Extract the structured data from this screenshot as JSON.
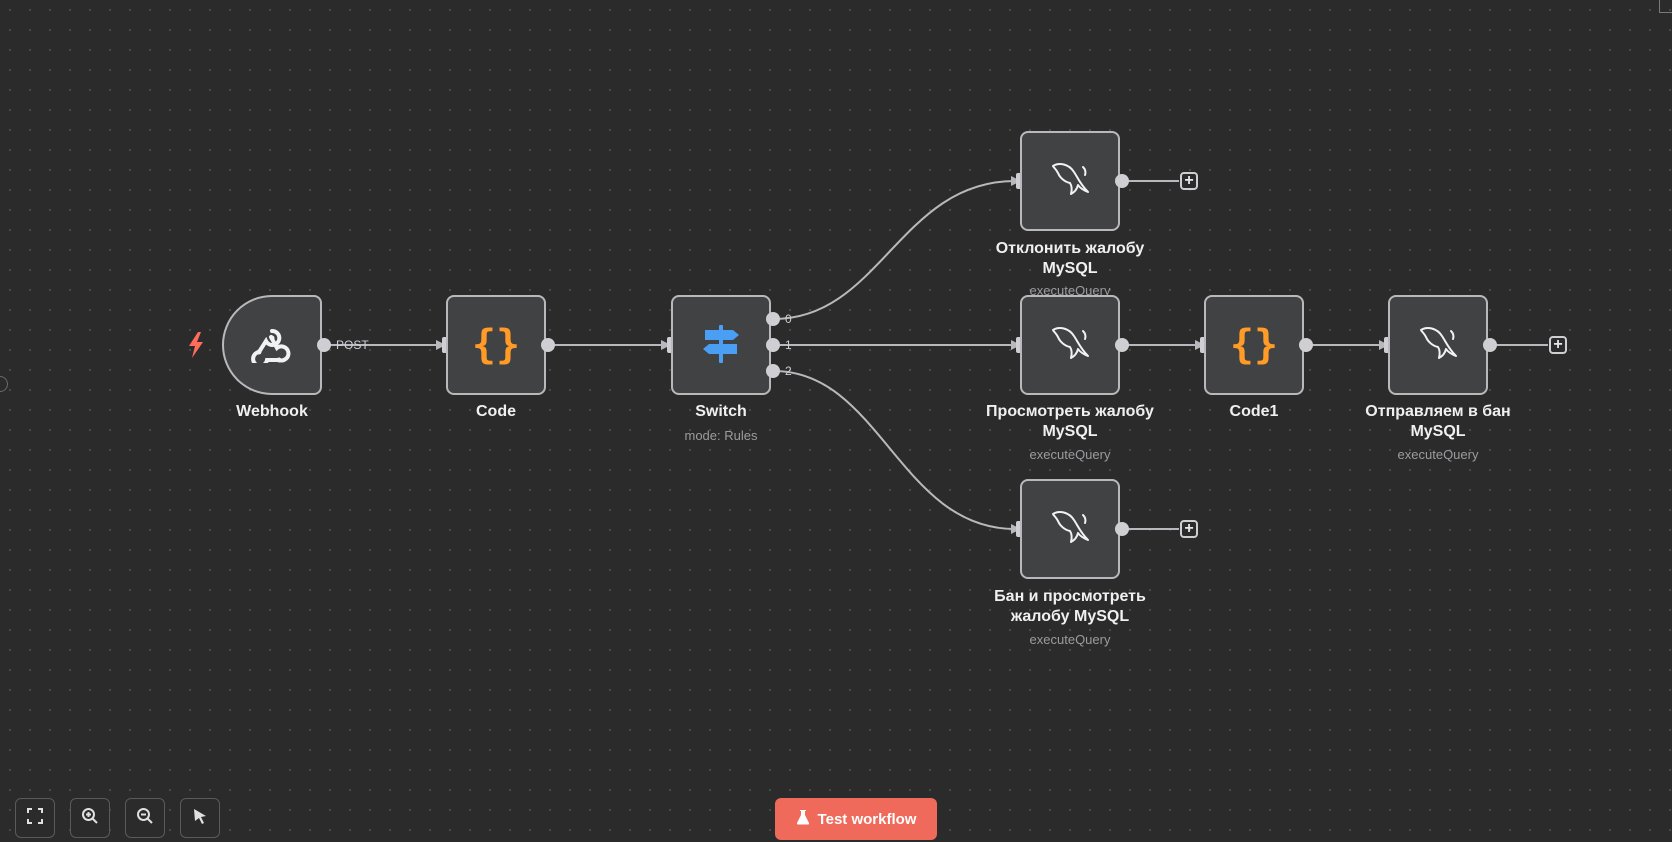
{
  "nodes": {
    "webhook": {
      "name": "Webhook",
      "output_label": "POST",
      "icon": "webhook-icon"
    },
    "code": {
      "name": "Code",
      "icon": "code-braces-icon"
    },
    "switch": {
      "name": "Switch",
      "subtitle": "mode: Rules",
      "outputs": [
        "0",
        "1",
        "2"
      ],
      "icon": "signpost-icon"
    },
    "reject": {
      "name_line1": "Отклонить жалобу",
      "name_line2": "MySQL",
      "subtitle": "executeQuery",
      "icon": "mysql-dolphin-icon"
    },
    "view": {
      "name_line1": "Просмотреть жалобу",
      "name_line2": "MySQL",
      "subtitle": "executeQuery",
      "icon": "mysql-dolphin-icon"
    },
    "code1": {
      "name": "Code1",
      "icon": "code-braces-icon"
    },
    "send_ban": {
      "name_line1": "Отправляем в бан",
      "name_line2": "MySQL",
      "subtitle": "executeQuery",
      "icon": "mysql-dolphin-icon"
    },
    "ban_view": {
      "name_line1": "Бан и просмотреть",
      "name_line2": "жалобу MySQL",
      "subtitle": "executeQuery",
      "icon": "mysql-dolphin-icon"
    }
  },
  "toolbar": {
    "test_label": "Test workflow",
    "buttons": [
      "fit-view-icon",
      "zoom-in-icon",
      "zoom-out-icon",
      "tidy-up-icon"
    ]
  },
  "colors": {
    "background": "#2b2b2b",
    "node_fill": "#414244",
    "node_border": "#b9b9bd",
    "code_orange": "#ff9b26",
    "switch_blue": "#4a9ff5",
    "trigger_red": "#ff6d5a",
    "test_button": "#ef6a5a"
  }
}
